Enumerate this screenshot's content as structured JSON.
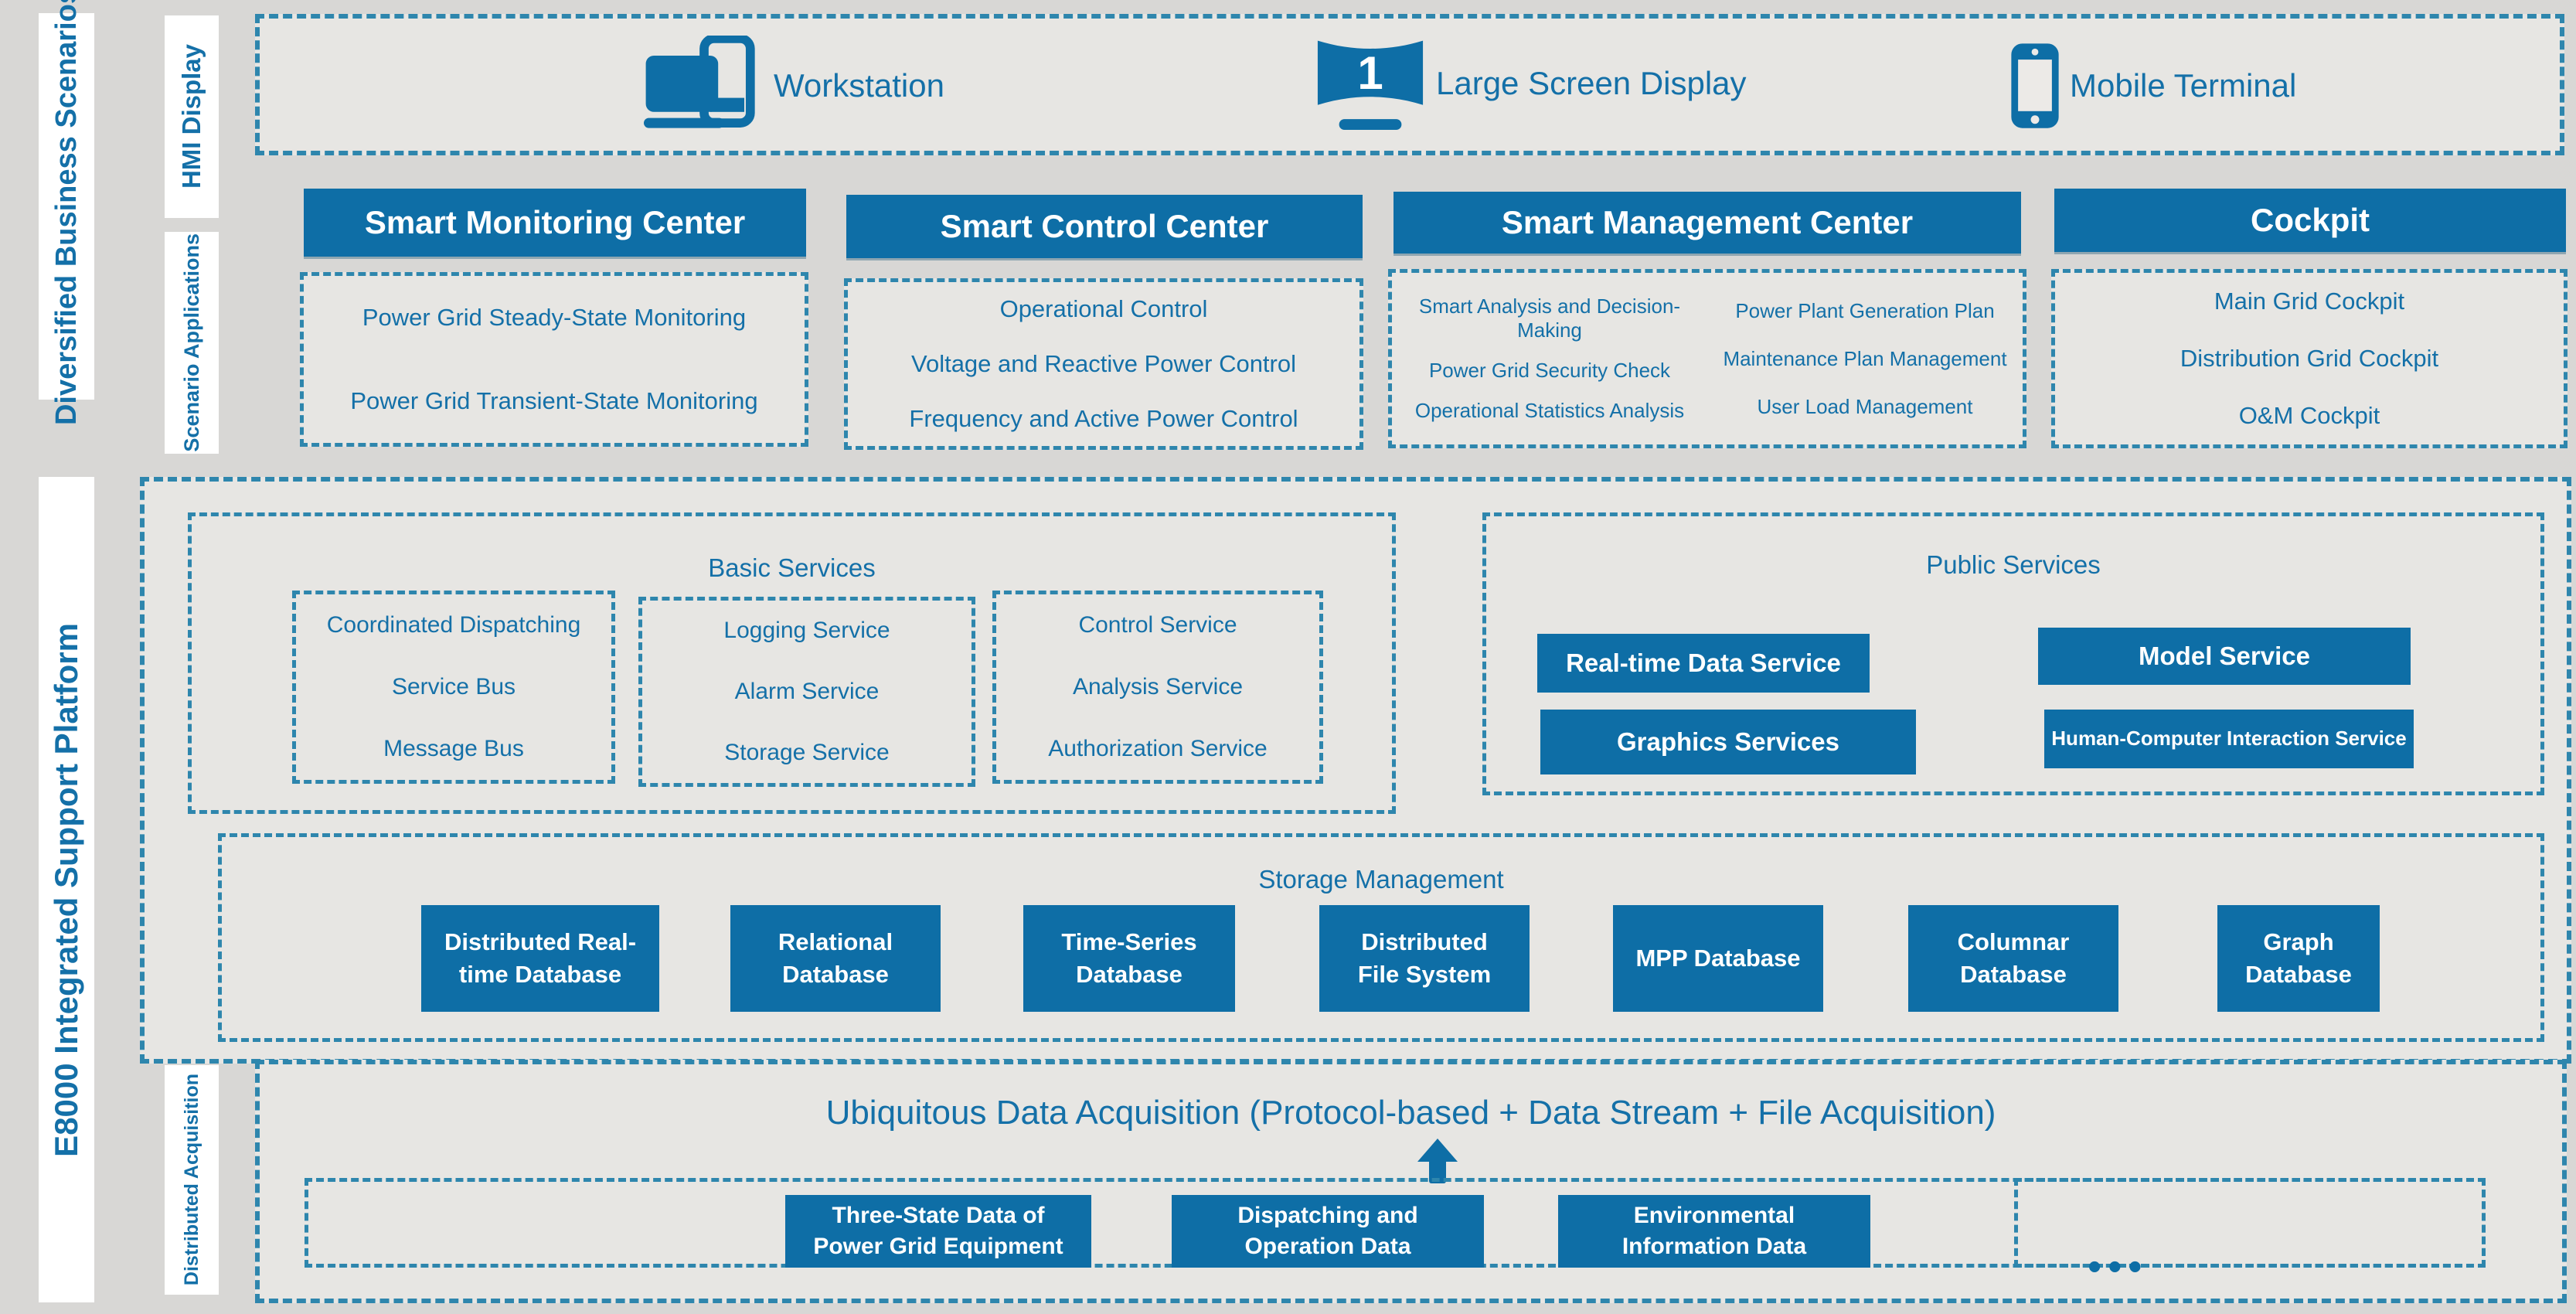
{
  "palette": {
    "fill_blue": "#0E6EA6",
    "text_blue": "#1470A8",
    "dash_blue": "#2E86AD",
    "panel_bg": "#E7E6E3",
    "page_bg": "#D8D7D5",
    "rail_bg": "#FFFFFF"
  },
  "rails": {
    "business": "Diversified Business Scenarios",
    "platform": "E8000 Integrated Support Platform",
    "hmi": "HMI Display",
    "scenario": "Scenario Applications",
    "acquisition": "Distributed Acquisition"
  },
  "hmi_row": {
    "devices": [
      {
        "label": "Workstation",
        "icon": "workstation-icon"
      },
      {
        "label": "Large Screen Display",
        "icon": "large-screen-icon",
        "badge": "1"
      },
      {
        "label": "Mobile Terminal",
        "icon": "mobile-icon"
      }
    ]
  },
  "scenario_columns": [
    {
      "title": "Smart Monitoring Center",
      "items": [
        "Power Grid Steady-State Monitoring",
        "Power Grid Transient-State Monitoring"
      ]
    },
    {
      "title": "Smart Control Center",
      "items": [
        "Operational Control",
        "Voltage and Reactive Power Control",
        "Frequency and Active Power Control"
      ]
    },
    {
      "title": "Smart Management Center",
      "left_items": [
        "Smart Analysis and Decision-Making",
        "Power Grid Security Check",
        "Operational Statistics Analysis"
      ],
      "right_items": [
        "Power Plant Generation Plan",
        "Maintenance Plan Management",
        "User Load Management"
      ]
    },
    {
      "title": "Cockpit",
      "items": [
        "Main Grid Cockpit",
        "Distribution Grid Cockpit",
        "O&M Cockpit"
      ]
    }
  ],
  "platform": {
    "basic_services": {
      "title": "Basic Services",
      "groups": [
        {
          "items": [
            "Coordinated Dispatching",
            "Service Bus",
            "Message Bus"
          ]
        },
        {
          "items": [
            "Logging Service",
            "Alarm Service",
            "Storage Service"
          ]
        },
        {
          "items": [
            "Control Service",
            "Analysis Service",
            "Authorization Service"
          ]
        }
      ]
    },
    "public_services": {
      "title": "Public Services",
      "buttons": [
        "Real-time Data Service",
        "Model Service",
        "Graphics Services",
        "Human-Computer Interaction Service"
      ]
    },
    "storage": {
      "title": "Storage Management",
      "databases": [
        "Distributed Real-\ntime Database",
        "Relational\nDatabase",
        "Time-Series\nDatabase",
        "Distributed\nFile System",
        "MPP Database",
        "Columnar\nDatabase",
        "Graph\nDatabase"
      ]
    }
  },
  "acquisition": {
    "title": "Ubiquitous Data Acquisition (Protocol-based + Data Stream + File Acquisition)",
    "sources": [
      "Three-State Data of\nPower Grid Equipment",
      "Dispatching and\nOperation Data",
      "Environmental\nInformation Data"
    ],
    "ellipsis": "•••"
  }
}
